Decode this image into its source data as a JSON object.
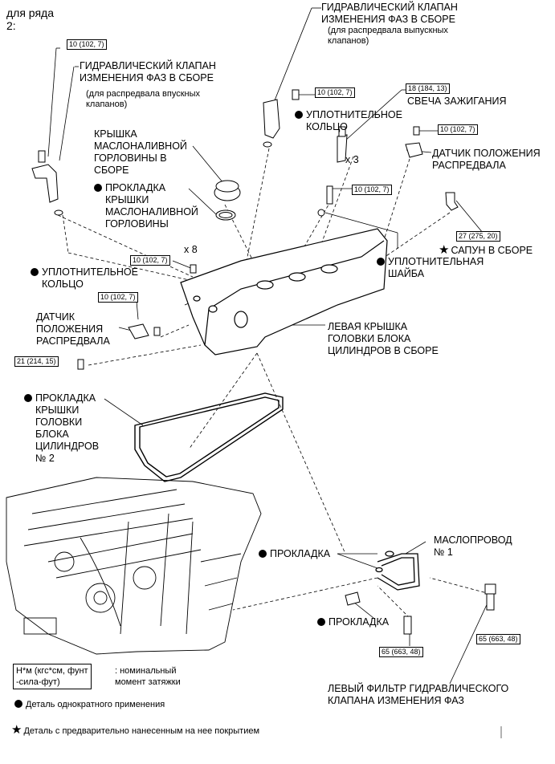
{
  "header": {
    "line1": "для ряда",
    "line2": "2:"
  },
  "torques": {
    "t1": "10 (102, 7)",
    "t2": "10 (102, 7)",
    "t3": "18 (184, 13)",
    "t4": "10 (102, 7)",
    "t5": "10 (102, 7)",
    "t6": "27 (275, 20)",
    "t7": "10 (102, 7)",
    "t8": "10 (102, 7)",
    "t9": "21 (214, 15)",
    "t10": "65 (663, 48)",
    "t11": "65 (663, 48)"
  },
  "labels": {
    "ocv_exhaust_1": "ГИДРАВЛИЧЕСКИЙ КЛАПАН",
    "ocv_exhaust_2": "ИЗМЕНЕНИЯ ФАЗ В СБОРЕ",
    "ocv_exhaust_3": "(для распредвала выпускных",
    "ocv_exhaust_4": "клапанов)",
    "ocv_intake_1": "ГИДРАВЛИЧЕСКИЙ КЛАПАН",
    "ocv_intake_2": "ИЗМЕНЕНИЯ ФАЗ В СБОРЕ",
    "ocv_intake_3": "(для распредвала впускных",
    "ocv_intake_4": "клапанов)",
    "spark_plug": "СВЕЧА ЗАЖИГАНИЯ",
    "oring_top_1": "УПЛОТНИТЕЛЬНОЕ",
    "oring_top_2": "КОЛЬЦО",
    "cam_sensor_r_1": "ДАТЧИК ПОЛОЖЕНИЯ",
    "cam_sensor_r_2": "РАСПРЕДВАЛА",
    "x3": "x 3",
    "filler_cap_1": "КРЫШКА",
    "filler_cap_2": "МАСЛОНАЛИВНОЙ",
    "filler_cap_3": "ГОРЛОВИНЫ В",
    "filler_cap_4": "СБОРЕ",
    "filler_gasket_1": "ПРОКЛАДКА",
    "filler_gasket_2": "КРЫШКИ",
    "filler_gasket_3": "МАСЛОНАЛИВНОЙ",
    "filler_gasket_4": "ГОРЛОВИНЫ",
    "breather": "САПУН В СБОРЕ",
    "washer_1": "УПЛОТНИТЕЛЬНАЯ",
    "washer_2": "ШАЙБА",
    "x8": "x 8",
    "oring_left_1": "УПЛОТНИТЕЛЬНОЕ",
    "oring_left_2": "КОЛЬЦО",
    "cam_sensor_l_1": "ДАТЧИК",
    "cam_sensor_l_2": "ПОЛОЖЕНИЯ",
    "cam_sensor_l_3": "РАСПРЕДВАЛА",
    "head_cover_1": "ЛЕВАЯ КРЫШКА",
    "head_cover_2": "ГОЛОВКИ БЛОКА",
    "head_cover_3": "ЦИЛИНДРОВ В СБОРЕ",
    "cover_gasket_1": "ПРОКЛАДКА",
    "cover_gasket_2": "КРЫШКИ",
    "cover_gasket_3": "ГОЛОВКИ",
    "cover_gasket_4": "БЛОКА",
    "cover_gasket_5": "ЦИЛИНДРОВ",
    "cover_gasket_6": "№ 2",
    "oil_pipe_1": "МАСЛОПРОВОД",
    "oil_pipe_2": "№ 1",
    "gasket_a": "ПРОКЛАДКА",
    "gasket_b": "ПРОКЛАДКА",
    "filter_1": "ЛЕВЫЙ ФИЛЬТР ГИДРАВЛИЧЕСКОГО",
    "filter_2": "КЛАПАНА ИЗМЕНЕНИЯ ФАЗ"
  },
  "legend": {
    "unit_1": "Н*м (кгс*см, фунт",
    "unit_2": "-сила-фут)",
    "unit_desc_1": ": номинальный",
    "unit_desc_2": "момент затяжки",
    "non_reusable": "Деталь однократного применения",
    "precoated": "Деталь с предварительно нанесенным на нее покрытием"
  }
}
